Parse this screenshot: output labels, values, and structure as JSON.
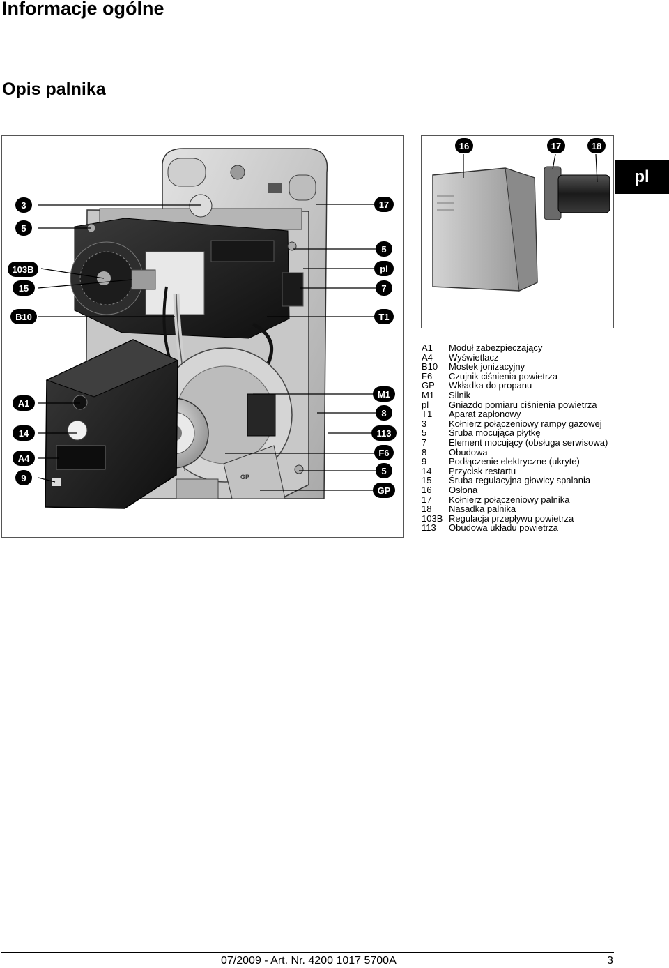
{
  "header": {
    "title": "Informacje ogólne",
    "subtitle": "Opis palnika"
  },
  "language_tab": "pl",
  "main_figure": {
    "callouts_left": [
      "3",
      "5",
      "103B",
      "15",
      "B10",
      "A1",
      "14",
      "A4",
      "9"
    ],
    "callouts_right": [
      "17",
      "5",
      "pl",
      "7",
      "T1",
      "M1",
      "8",
      "113",
      "F6",
      "5",
      "GP"
    ],
    "gp_mark": "GP"
  },
  "side_figure": {
    "callouts": [
      "16",
      "17",
      "18"
    ]
  },
  "legend": [
    {
      "code": "A1",
      "desc": "Moduł zabezpieczający"
    },
    {
      "code": "A4",
      "desc": "Wyświetlacz"
    },
    {
      "code": "B10",
      "desc": "Mostek jonizacyjny"
    },
    {
      "code": "F6",
      "desc": "Czujnik ciśnienia powietrza"
    },
    {
      "code": "GP",
      "desc": "Wkładka do propanu"
    },
    {
      "code": "M1",
      "desc": "Silnik"
    },
    {
      "code": "pl",
      "desc": "Gniazdo pomiaru ciśnienia powietrza"
    },
    {
      "code": "T1",
      "desc": "Aparat zapłonowy"
    },
    {
      "code": "3",
      "desc": "Kołnierz połączeniowy rampy gazowej"
    },
    {
      "code": "5",
      "desc": "Śruba mocująca płytkę"
    },
    {
      "code": "7",
      "desc": "Element mocujący (obsługa serwisowa)"
    },
    {
      "code": "8",
      "desc": "Obudowa"
    },
    {
      "code": "9",
      "desc": "Podłączenie elektryczne (ukryte)"
    },
    {
      "code": "14",
      "desc": "Przycisk restartu"
    },
    {
      "code": "15",
      "desc": "Śruba regulacyjna głowicy spalania"
    },
    {
      "code": "16",
      "desc": "Osłona"
    },
    {
      "code": "17",
      "desc": "Kołnierz połączeniowy palnika"
    },
    {
      "code": "18",
      "desc": "Nasadka palnika"
    },
    {
      "code": "103B",
      "desc": "Regulacja przepływu powietrza"
    },
    {
      "code": "113",
      "desc": "Obudowa układu powietrza"
    }
  ],
  "footer": {
    "doc_ref": "07/2009 - Art. Nr. 4200 1017 5700A",
    "page_number": "3"
  }
}
